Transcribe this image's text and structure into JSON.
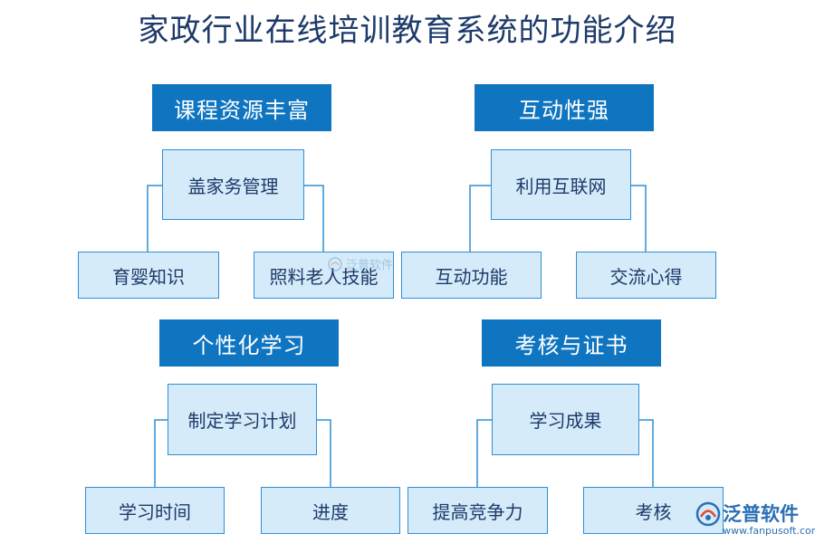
{
  "title": "家政行业在线培训教育系统的功能介绍",
  "sections": [
    {
      "header": "课程资源丰富",
      "root": "盖家务管理",
      "children": [
        "育婴知识",
        "照料老人技能"
      ]
    },
    {
      "header": "互动性强",
      "root": "利用互联网",
      "children": [
        "互动功能",
        "交流心得"
      ]
    },
    {
      "header": "个性化学习",
      "root": "制定学习计划",
      "children": [
        "学习时间",
        "进度"
      ]
    },
    {
      "header": "考核与证书",
      "root": "学习成果",
      "children": [
        "提高竞争力",
        "考核"
      ]
    }
  ],
  "watermark": {
    "center_text": "泛普软件",
    "logo_text": "泛普软件",
    "logo_url": "www.fanpusoft.com"
  },
  "colors": {
    "header_bg": "#1075c0",
    "box_bg": "#d6ebf9",
    "box_border": "#2e8fd6",
    "title": "#1d3a6a"
  }
}
